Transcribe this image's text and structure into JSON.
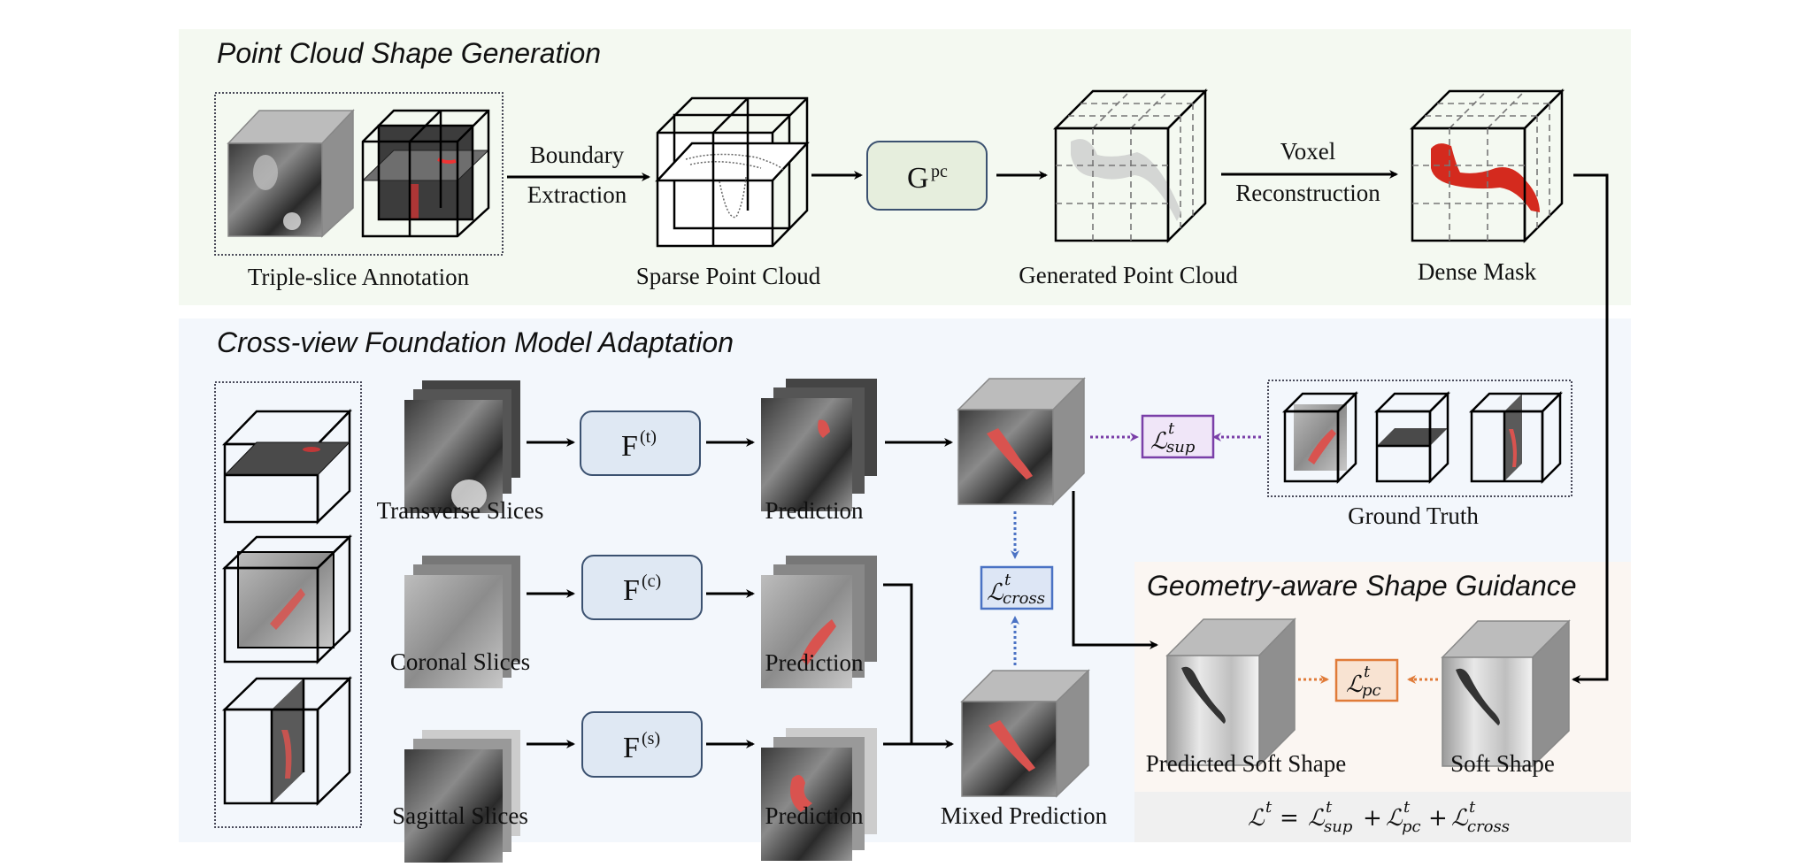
{
  "sections": {
    "point_cloud": {
      "title": "Point Cloud Shape Generation",
      "bg": "#f4f9f1"
    },
    "cross_view": {
      "title": "Cross-view Foundation Model Adaptation",
      "bg": "#f3f7fc"
    },
    "geometry": {
      "title": "Geometry-aware Shape Guidance",
      "bg": "#fbf6f2"
    }
  },
  "point_cloud": {
    "triple_slice_label": "Triple-slice Annotation",
    "arrow1_top": "Boundary",
    "arrow1_bottom": "Extraction",
    "sparse_label": "Sparse Point Cloud",
    "generator": {
      "base": "G",
      "sup": "pc"
    },
    "generated_label": "Generated Point Cloud",
    "arrow2_top": "Voxel",
    "arrow2_bottom": "Reconstruction",
    "dense_label": "Dense Mask"
  },
  "cross_view": {
    "rows": [
      {
        "slices_label": "Transverse Slices",
        "model": {
          "base": "F",
          "sup": "(t)"
        },
        "pred_label": "Prediction"
      },
      {
        "slices_label": "Coronal Slices",
        "model": {
          "base": "F",
          "sup": "(c)"
        },
        "pred_label": "Prediction"
      },
      {
        "slices_label": "Sagittal Slices",
        "model": {
          "base": "F",
          "sup": "(s)"
        },
        "pred_label": "Prediction"
      }
    ],
    "mixed_label": "Mixed Prediction",
    "ground_truth_label": "Ground Truth",
    "loss_sup": {
      "base": "ℒ",
      "sup": "t",
      "sub": "sup",
      "color": "#7a3fa8"
    },
    "loss_cross": {
      "base": "ℒ",
      "sup": "t",
      "sub": "cross",
      "color": "#4a72c4"
    }
  },
  "geometry": {
    "pred_soft_label": "Predicted Soft Shape",
    "soft_label": "Soft Shape",
    "loss_pc": {
      "base": "ℒ",
      "sup": "t",
      "sub": "pc",
      "color": "#e07b39"
    }
  },
  "formula": {
    "lhs": "ℒ",
    "lhs_sup": "t",
    "eq": "=",
    "terms": [
      {
        "base": "ℒ",
        "sup": "t",
        "sub": "sup"
      },
      {
        "base": "ℒ",
        "sup": "t",
        "sub": "pc"
      },
      {
        "base": "ℒ",
        "sup": "t",
        "sub": "cross"
      }
    ],
    "plus": "+"
  }
}
